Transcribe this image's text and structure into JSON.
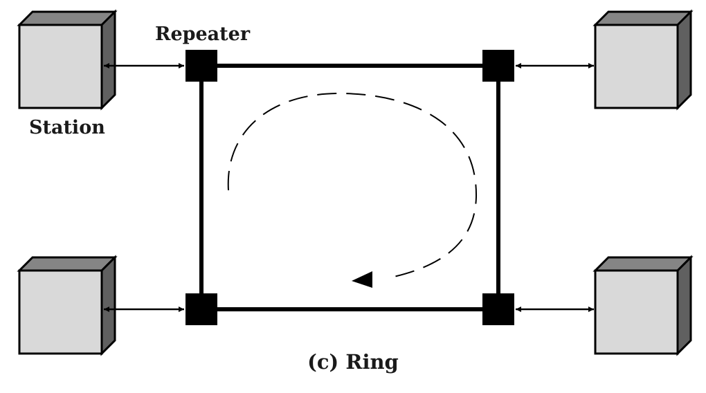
{
  "labels": {
    "repeater": "Repeater",
    "station": "Station",
    "caption": "(c) Ring"
  },
  "colors": {
    "ink": "#000000",
    "station_front": "#d9d9d9",
    "station_side": "#606060",
    "station_top": "#858585",
    "background": "#ffffff"
  },
  "stations": [
    {
      "name": "top-left"
    },
    {
      "name": "top-right"
    },
    {
      "name": "bottom-left"
    },
    {
      "name": "bottom-right"
    }
  ],
  "repeaters": [
    {
      "name": "top-left"
    },
    {
      "name": "top-right"
    },
    {
      "name": "bottom-left"
    },
    {
      "name": "bottom-right"
    }
  ],
  "flow_direction": "clockwise"
}
